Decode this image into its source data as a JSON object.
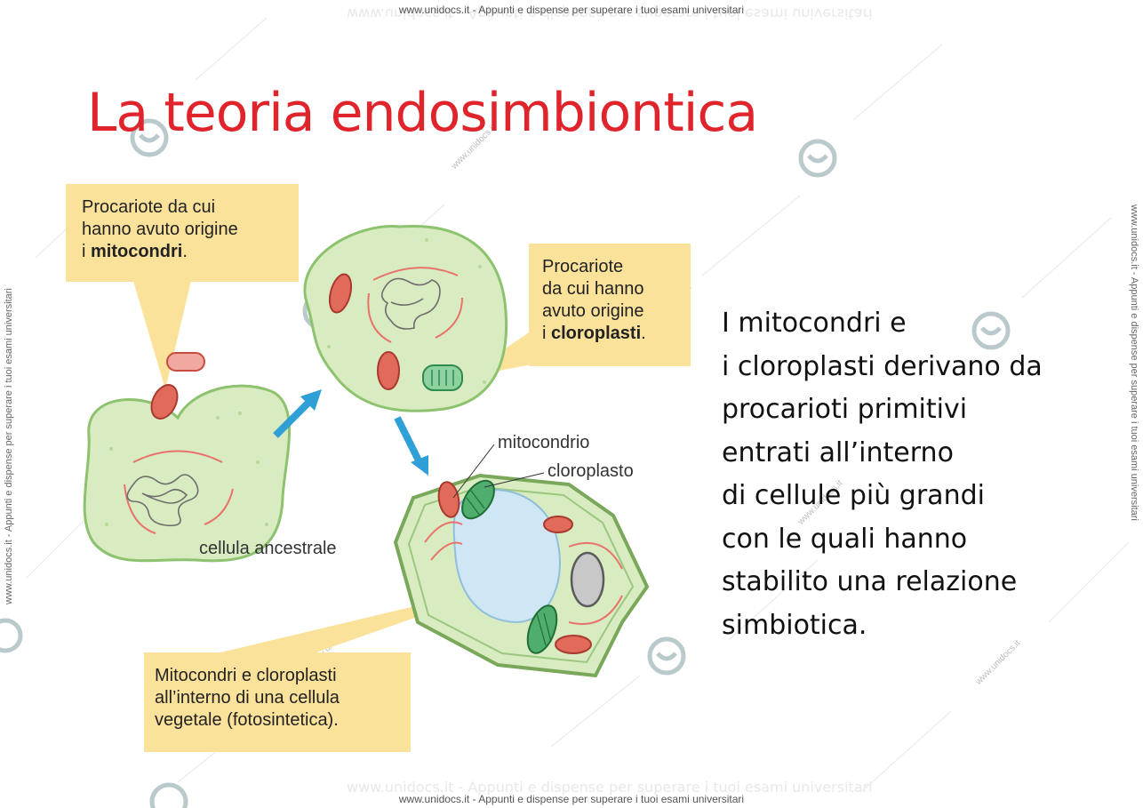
{
  "watermark": {
    "text": "www.unidocs.it - Appunti e dispense per superare i tuoi esami universitari",
    "short": "www.unidocs.it"
  },
  "slide": {
    "title": "La teoria endosimbiontica",
    "callout_mito": {
      "line1": "Procariote da cui",
      "line2": "hanno avuto origine",
      "line3_prefix": "i ",
      "line3_bold": "mitocondri",
      "line3_suffix": "."
    },
    "callout_cloro": {
      "line1": "Procariote",
      "line2": "da cui hanno",
      "line3": "avuto origine",
      "line4_prefix": "i ",
      "line4_bold": "cloroplasti",
      "line4_suffix": "."
    },
    "callout_veg": {
      "line1": "Mitocondri e cloroplasti",
      "line2": "all’interno di una cellula",
      "line3": "vegetale (fotosintetica)."
    },
    "labels": {
      "mitocondrio": "mitocondrio",
      "cloroplasto": "cloroplasto",
      "cellula_ancestrale": "cellula ancestrale"
    },
    "body_lines": [
      "I mitocondri e",
      "i cloroplasti derivano da",
      "procarioti primitivi",
      "entrati all’interno",
      "di cellule più grandi",
      "con le quali hanno",
      "stabilito una relazione",
      "simbiotica."
    ]
  },
  "colors": {
    "title": "#e0242b",
    "callout": "#fbe29b",
    "cell_fill": "#d9ebc0",
    "cell_stroke": "#8dc26e",
    "mito": "#e26a5a",
    "chloro": "#4fae6e",
    "vacuole": "#cfe6f4",
    "arrow": "#2f9fd8"
  }
}
